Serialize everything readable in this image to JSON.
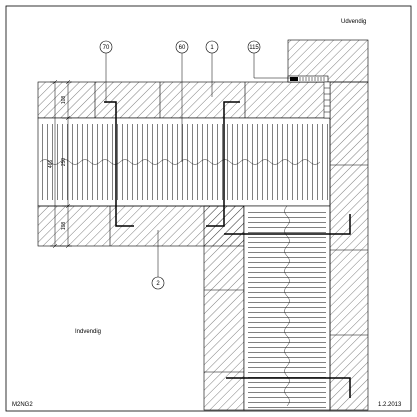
{
  "labels": {
    "outside": "Udvendig",
    "inside": "Indvendig",
    "code": "M2NG2",
    "date": "1.2.2013"
  },
  "callouts": [
    "70",
    "60",
    "1",
    "115",
    "2"
  ],
  "dimensions": {
    "total": "466",
    "top": "108",
    "middle": "250",
    "bottom": "108"
  }
}
